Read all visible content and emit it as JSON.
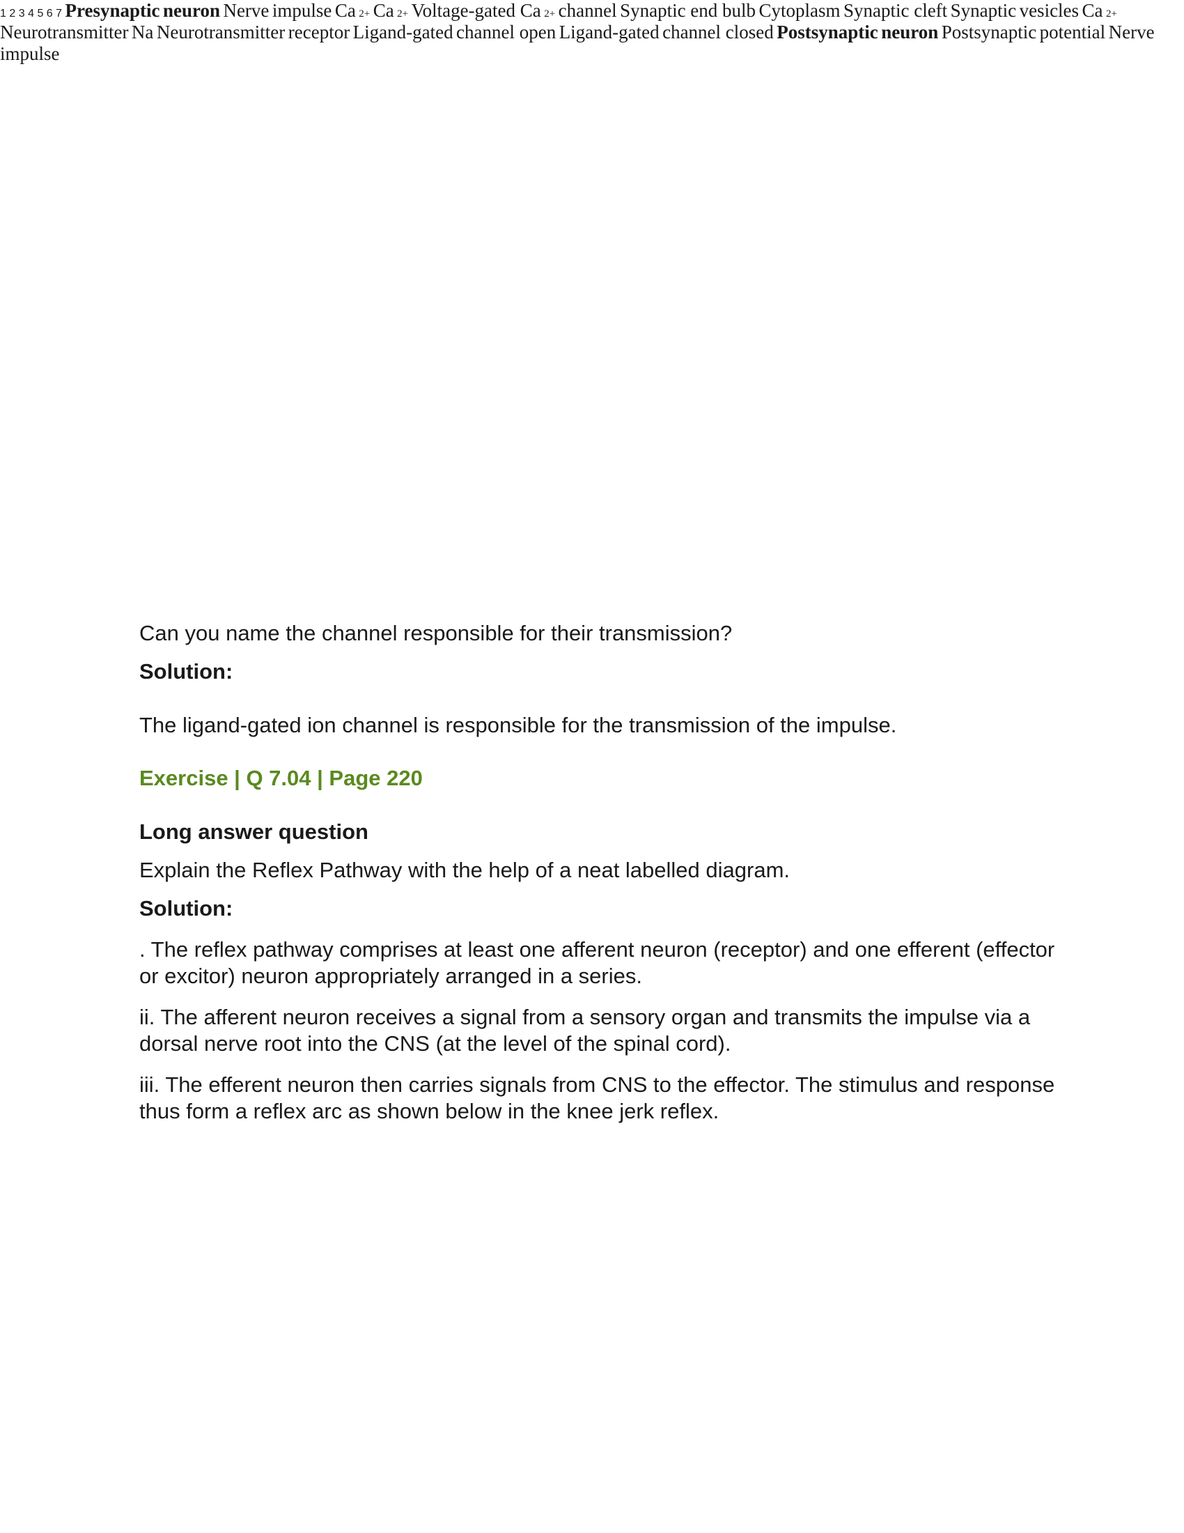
{
  "figure": {
    "labels": {
      "presynaptic_neuron": [
        "Presynaptic",
        "neuron"
      ],
      "nerve_impulse_top": [
        "Nerve",
        "impulse"
      ],
      "ca_top": "Ca",
      "ca_left": "Ca",
      "ca_cleft": "Ca",
      "ca_sup": "2+",
      "voltage_gated": [
        "Voltage-gated Ca",
        "channel"
      ],
      "synaptic_end_bulb": "Synaptic end bulb",
      "cytoplasm": "Cytoplasm",
      "synaptic_cleft": "Synaptic cleft",
      "synaptic_vesicles": [
        "Synaptic",
        "vesicles"
      ],
      "neurotransmitter": "Neurotransmitter",
      "na": "Na",
      "neurotransmitter_receptor": [
        "Neurotransmitter",
        "receptor"
      ],
      "ligand_gated_open": [
        "Ligand-gated",
        "channel open"
      ],
      "ligand_gated_closed": [
        "Ligand-gated",
        "channel closed"
      ],
      "postsynaptic_neuron": [
        "Postsynaptic",
        "neuron"
      ],
      "postsynaptic_potential": [
        "Postsynaptic",
        "potential"
      ],
      "nerve_impulse_bottom": [
        "Nerve",
        "impulse"
      ]
    },
    "step_numbers": [
      "1",
      "2",
      "3",
      "4",
      "5",
      "6",
      "7"
    ]
  },
  "content": {
    "question_line": "Can you name the channel responsible for their transmission?",
    "solution_label_1": "Solution:",
    "answer_1": "The ligand-gated ion channel is responsible for the transmission of the impulse.",
    "exercise_ref": "Exercise | Q 7.04 | Page 220",
    "question_type": "Long answer question",
    "question_2": "Explain the Reflex Pathway with the help of a neat labelled diagram.",
    "solution_label_2": "Solution:",
    "points": [
      ". The reflex pathway comprises at least one afferent neuron (receptor) and one efferent (effector or excitor) neuron appropriately arranged in a series.",
      "ii. The afferent neuron receives a signal from a sensory organ and transmits the impulse via a dorsal nerve root into the CNS (at the level of the spinal cord).",
      "iii. The efferent neuron then carries signals from CNS to the effector. The stimulus and response thus form a reflex arc as shown below in the knee jerk reflex."
    ]
  }
}
